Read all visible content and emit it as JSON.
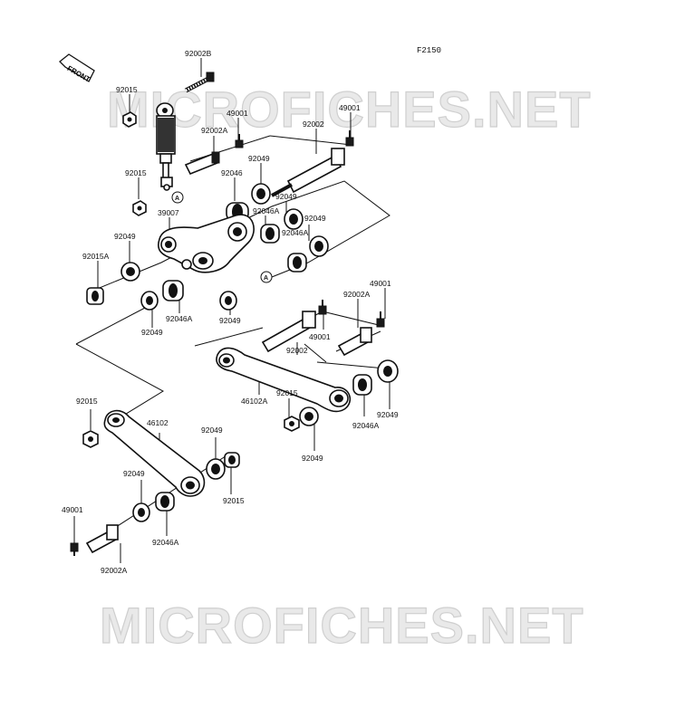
{
  "figure_code": "F2150",
  "front_label": "FRONT",
  "watermarks": [
    "MICROFICHES.NET",
    "MICROFICHES.NET"
  ],
  "callout_letter": "A",
  "labels": {
    "l_92002B": "92002B",
    "l_92015_a": "92015",
    "l_49001_a": "49001",
    "l_92002A_a": "92002A",
    "l_92002_a": "92002",
    "l_49001_b": "49001",
    "l_92015_b": "92015",
    "l_92049_a": "92049",
    "l_92046": "92046",
    "l_92049_b": "92049",
    "l_39007": "39007",
    "l_92046A_a": "92046A",
    "l_92049_c": "92049",
    "l_92046A_b": "92046A",
    "l_92049_d": "92049",
    "l_92015A": "92015A",
    "l_92046A_c": "92046A",
    "l_92049_e": "92049",
    "l_92049_f": "92049",
    "l_49001_c": "49001",
    "l_92002A_b": "92002A",
    "l_49001_d": "49001",
    "l_92002_b": "92002",
    "l_46102A": "46102A",
    "l_92015_c": "92015",
    "l_92049_g": "92049",
    "l_92046A_d": "92046A",
    "l_92049_h": "92049",
    "l_92015_d": "92015",
    "l_46102": "46102",
    "l_92049_i": "92049",
    "l_92049_j": "92049",
    "l_92015_e": "92015",
    "l_49001_e": "49001",
    "l_92046A_e": "92046A",
    "l_92002A_c": "92002A"
  }
}
